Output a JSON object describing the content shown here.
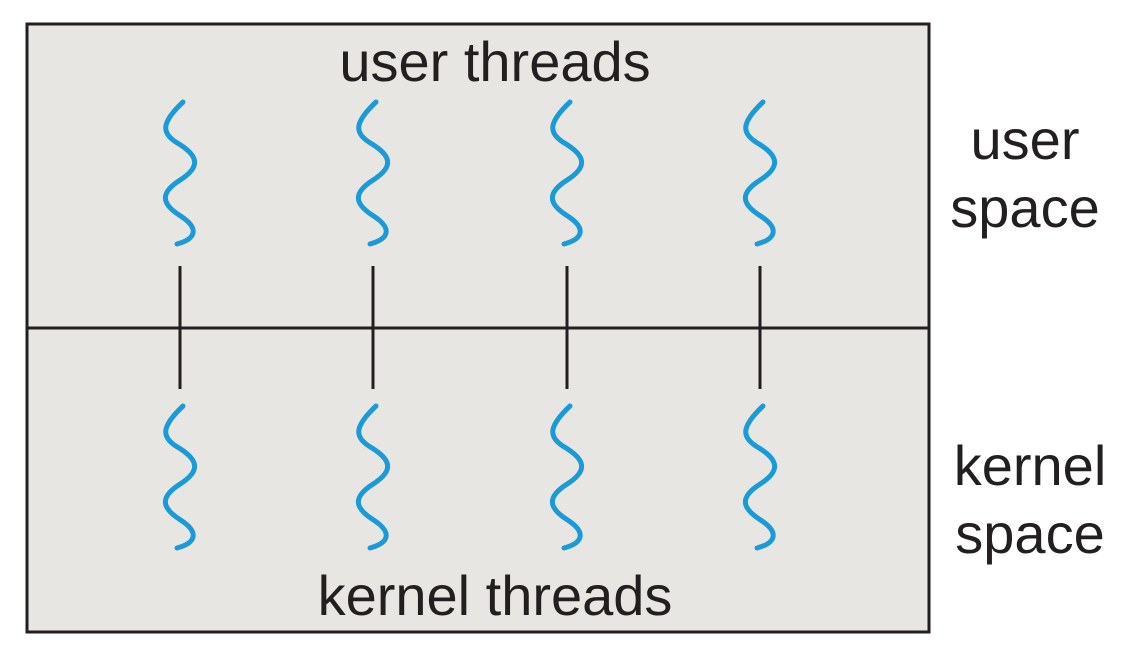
{
  "diagram": {
    "top_label": "user threads",
    "bottom_label": "kernel threads",
    "user_space": {
      "line1": "user",
      "line2": "space"
    },
    "kernel_space": {
      "line1": "kernel",
      "line2": "space"
    },
    "user_thread_count": 4,
    "kernel_thread_count": 4,
    "colors": {
      "panel_fill": "#e8e6e3",
      "thread_stroke": "#1a9bd7",
      "line_stroke": "#231f20"
    }
  }
}
